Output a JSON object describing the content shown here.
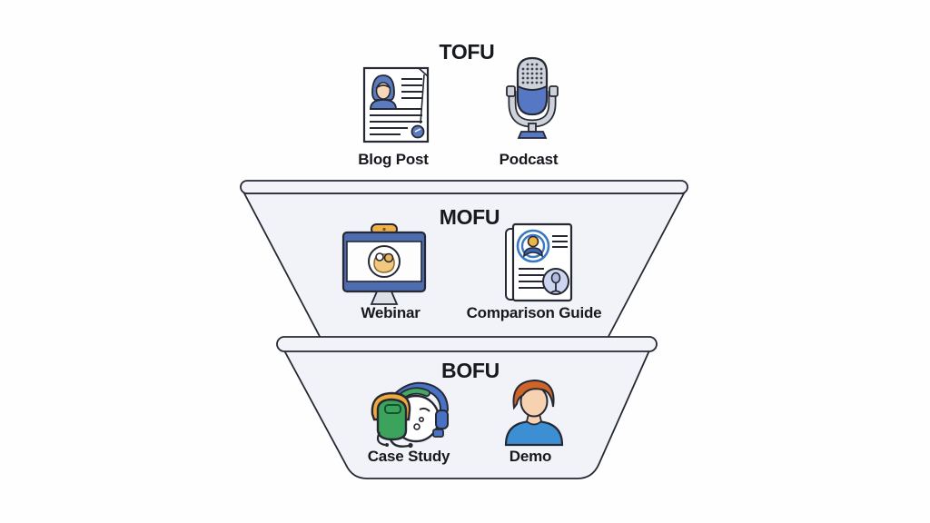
{
  "diagram": {
    "type": "marketing-funnel",
    "stages": [
      {
        "label": "TOFU",
        "items": [
          {
            "label": "Blog Post",
            "icon": "blog-post-document-icon"
          },
          {
            "label": "Podcast",
            "icon": "podcast-microphone-icon"
          }
        ]
      },
      {
        "label": "MOFU",
        "items": [
          {
            "label": "Webinar",
            "icon": "webinar-monitor-icon"
          },
          {
            "label": "Comparison Guide",
            "icon": "comparison-guide-document-icon"
          }
        ]
      },
      {
        "label": "BOFU",
        "items": [
          {
            "label": "Case Study",
            "icon": "case-study-headset-icon"
          },
          {
            "label": "Demo",
            "icon": "demo-person-icon"
          }
        ]
      }
    ],
    "colors": {
      "funnel_fill": "#f2f3f9",
      "outline": "#262933",
      "accent_blue": "#5577c4",
      "accent_dark_blue": "#4e6cb0",
      "accent_yellow": "#f0b14a",
      "accent_green": "#3ba35c",
      "hair_orange": "#cf6428",
      "shirt_blue": "#3d8fd4",
      "skin": "#f6d7ba",
      "background": "#fefefe"
    }
  }
}
